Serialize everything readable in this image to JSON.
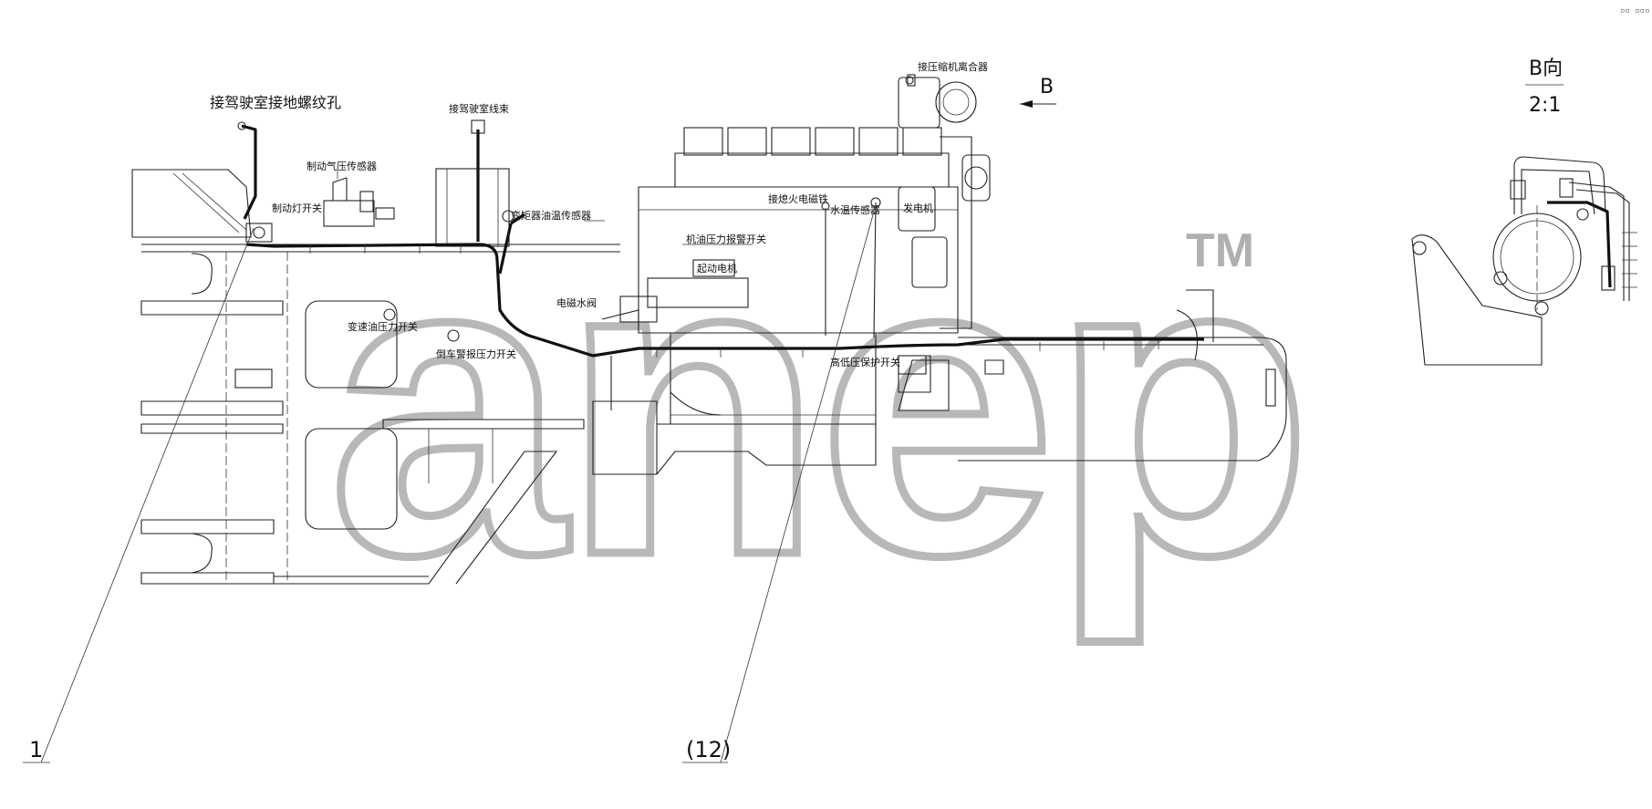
{
  "callouts": {
    "cab_ground_hole": "接驾驶室接地螺纹孔",
    "brake_pressure_sensor": "制动气压传感器",
    "brake_light_switch": "制动灯开关",
    "cab_harness": "接驾驶室线束",
    "torque_converter_oil_temp_sensor": "变矩器油温传感器",
    "shift_oil_pressure_switch": "变速油压力开关",
    "reverse_alarm_pressure_switch": "倒车警报压力开关",
    "solenoid_water_valve": "电磁水阀",
    "oil_pressure_alarm_switch": "机油压力报警开关",
    "starter_motor": "起动电机",
    "flameout_solenoid": "接熄火电磁铁",
    "water_temp_sensor": "水温传感器",
    "alternator": "发电机",
    "compressor_clutch": "接压缩机离合器",
    "high_low_pressure_switch": "高低压保护开关"
  },
  "view_marker": {
    "arrow_label": "B"
  },
  "detail_view": {
    "title": "B向",
    "scale": "2:1"
  },
  "references": {
    "item1": "1",
    "item12": "(12)"
  },
  "watermark": {
    "text": "anep",
    "mark": "TM"
  },
  "corner_mark": "▫▫ ▫▫▫"
}
